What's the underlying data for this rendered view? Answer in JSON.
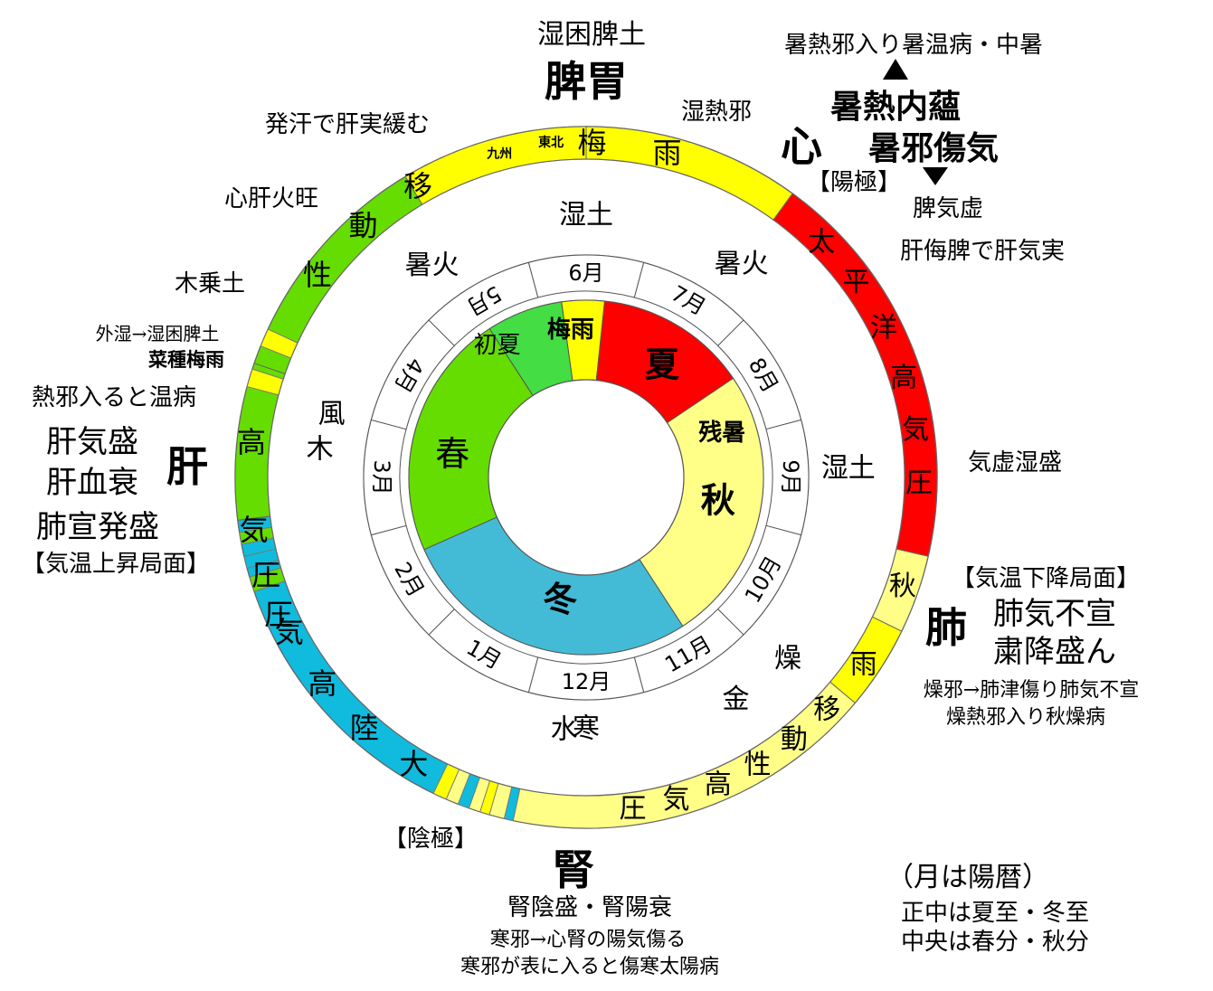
{
  "colors": {
    "green": "#66dd00",
    "light_green": "#44dd44",
    "yellow": "#ffff00",
    "pale_yellow": "#ffff88",
    "red": "#ff0000",
    "cyan": "#11bbdd",
    "winter_blue": "#44bbd6",
    "outline": "#666666"
  },
  "outer_ring": {
    "spring_chars": [
      "移",
      "動",
      "性",
      "高",
      "気",
      "圧"
    ],
    "tsuyu_chars": [
      "梅",
      "雨"
    ],
    "tsuyu_north": "東北",
    "tsuyu_kyushu": "九州",
    "pacific_chars": [
      "太",
      "平",
      "洋",
      "高",
      "気",
      "圧"
    ],
    "aki_char": "秋",
    "ame_char": "雨",
    "autumn_chars": [
      "移",
      "動",
      "性",
      "高",
      "気",
      "圧"
    ],
    "continental_chars": [
      "大",
      "陸",
      "高",
      "気",
      "圧"
    ]
  },
  "elements": {
    "top": "湿土",
    "upper_left": "暑火",
    "upper_right": "暑火",
    "right": "湿土",
    "left_1": "風",
    "left_2": "木",
    "lower_right_1": "燥",
    "lower_right_2": "金",
    "bottom_1": "寒",
    "bottom_2": "水"
  },
  "months": [
    "1月",
    "2月",
    "3月",
    "4月",
    "5月",
    "6月",
    "7月",
    "8月",
    "9月",
    "10月",
    "11月",
    "12月"
  ],
  "seasons": {
    "spring": "春",
    "early_summer": "初夏",
    "tsuyu": "梅雨",
    "summer": "夏",
    "late_heat": "残暑",
    "autumn": "秋",
    "winter": "冬"
  },
  "labels": {
    "top_sub": "湿困脾土",
    "top_main": "脾胃",
    "hakkan": "発汗で肝実緩む",
    "shinkan": "心肝火旺",
    "mokujo": "木乗土",
    "gaishitsu": "外湿→湿困脾土",
    "natane": "菜種梅雨",
    "netsuja": "熱邪入ると温病",
    "kanki": "肝気盛",
    "kanketsu": "肝血衰",
    "kan": "肝",
    "hasen": "肺宣発盛",
    "kion_up": "【気温上昇局面】",
    "shitsunetsu": "湿熱邪",
    "shonetsu_top": "暑熱邪入り暑温病・中暑",
    "shonetsu_naiun": "暑熱内蘊",
    "shin": "心",
    "shoja": "暑邪傷気",
    "yokyoku": "【陽極】",
    "hikikyo": "脾気虚",
    "kanbu": "肝侮脾で肝気実",
    "kikyo": "気虚湿盛",
    "kion_down": "【気温下降局面】",
    "hai": "肺",
    "haiki": "肺気不宣",
    "shukou": "粛降盛ん",
    "soja1": "燥邪→肺津傷り肺気不宣",
    "soja2": "燥熱邪入り秋燥病",
    "inkyoku": "【陰極】",
    "jin": "腎",
    "jin_sub": "腎陰盛・腎陽衰",
    "kanja1": "寒邪→心腎の陽気傷る",
    "kanja2": "寒邪が表に入ると傷寒太陽病",
    "note_title": "（月は陽暦）",
    "note_1": "正中は夏至・冬至",
    "note_2": "中央は春分・秋分"
  }
}
